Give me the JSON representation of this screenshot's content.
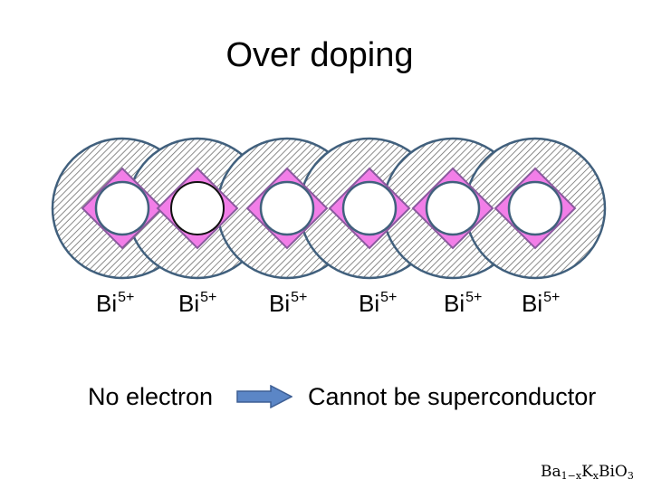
{
  "title": "Over doping",
  "ions": [
    {
      "symbol": "Bi",
      "charge": "5+"
    },
    {
      "symbol": "Bi",
      "charge": "5+"
    },
    {
      "symbol": "Bi",
      "charge": "5+"
    },
    {
      "symbol": "Bi",
      "charge": "5+"
    },
    {
      "symbol": "Bi",
      "charge": "5+"
    },
    {
      "symbol": "Bi",
      "charge": "5+"
    }
  ],
  "left_caption": "No electron",
  "right_caption": "Cannot be superconductor",
  "formula": {
    "ba": "Ba",
    "ba_sub": "1−x",
    "k": "K",
    "k_sub": "x",
    "rest": "BiO",
    "o_sub": "3"
  },
  "colors": {
    "ring_stroke": "#41607d",
    "hatch": "#6d6d6d",
    "diamond_fill": "#f27ee8",
    "diamond_stroke": "#8a5a9e",
    "arrow_fill": "#5b86c6",
    "arrow_stroke": "#3d5e94"
  }
}
